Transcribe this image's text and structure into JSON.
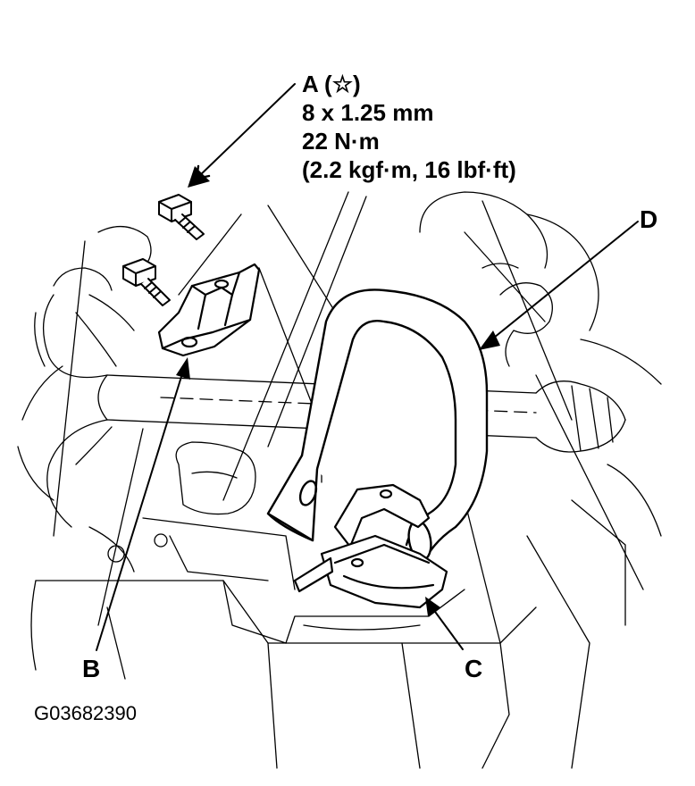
{
  "callouts": {
    "a": {
      "line1": "A (☆)",
      "line2": "8 x 1.25 mm",
      "line3": "22 N·m",
      "line4": "(2.2 kgf·m, 16 lbf·ft)"
    },
    "b": "B",
    "c": "C",
    "d": "D"
  },
  "figure_id": "G03682390",
  "colors": {
    "line": "#000000",
    "background": "#ffffff"
  }
}
